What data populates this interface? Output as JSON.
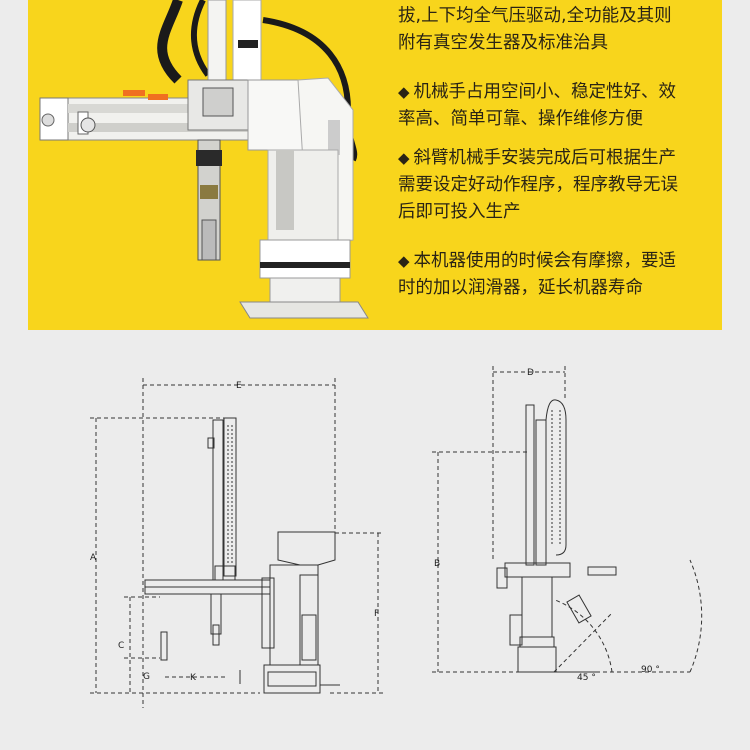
{
  "features": {
    "bullet_glyph": "◆",
    "lines_intro": [
      "拔,上下均全气压驱动,全功能及其则",
      "附有真空发生器及标准治具"
    ],
    "bullets": [
      {
        "lines": [
          "机械手占用空间小、稳定性好、效",
          "率高、简单可靠、操作维修方便"
        ]
      },
      {
        "lines": [
          "斜臂机械手安装完成后可根据生产",
          "需要设定好动作程序，程序教导无误",
          "后即可投入生产"
        ]
      },
      {
        "lines": [
          "本机器使用的时候会有摩擦，要适",
          "时的加以润滑器，延长机器寿命"
        ]
      }
    ]
  },
  "drawing_labels": {
    "front": {
      "A": "A",
      "C": "C",
      "G": "G",
      "K": "K",
      "E": "E",
      "F": "F"
    },
    "side": {
      "D": "D",
      "B": "B",
      "angle_45": "45 °",
      "angle_90": "90 °"
    }
  },
  "colors": {
    "yellow": "#f8d51c",
    "background": "#ececec",
    "text": "#2a2415",
    "orange_handle": "#f07020",
    "line": "#333333"
  }
}
